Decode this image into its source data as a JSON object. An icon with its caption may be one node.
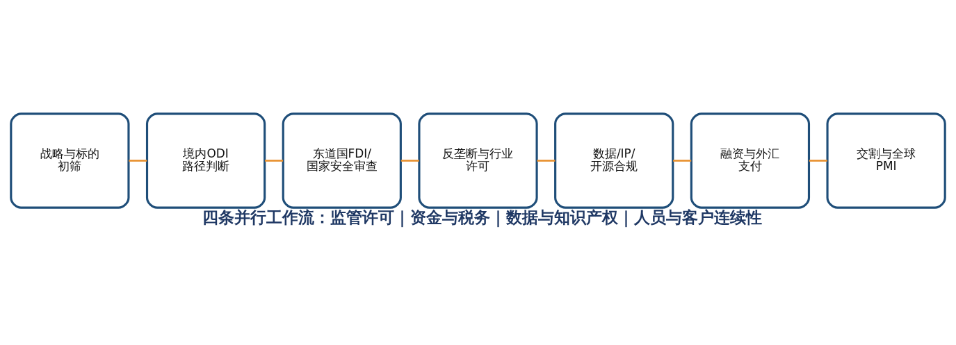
{
  "diagram": {
    "caption": "四条并行工作流：监管许可｜资金与税务｜数据与知识产权｜人员与客户连续性",
    "nodes": [
      {
        "text": [
          "战略与标的初筛"
        ]
      },
      {
        "text": [
          "境内ODI路径判断"
        ]
      },
      {
        "text": [
          "东道国FDI/国家安全审查"
        ]
      },
      {
        "text": [
          "反垄断与行业许可"
        ]
      },
      {
        "text": [
          "数据/IP/开源合规"
        ]
      },
      {
        "text": [
          "融资与外汇支付"
        ]
      },
      {
        "text": [
          "交割与全球PMI"
        ]
      }
    ],
    "edges": [
      {
        "from": 0,
        "to": 1,
        "arrow": "none"
      },
      {
        "from": 1,
        "to": 2,
        "arrow": "none"
      },
      {
        "from": 2,
        "to": 3,
        "arrow": "none"
      },
      {
        "from": 3,
        "to": 4,
        "arrow": "none"
      },
      {
        "from": 4,
        "to": 5,
        "arrow": "none"
      },
      {
        "from": 5,
        "to": 6,
        "arrow": "none"
      }
    ]
  }
}
